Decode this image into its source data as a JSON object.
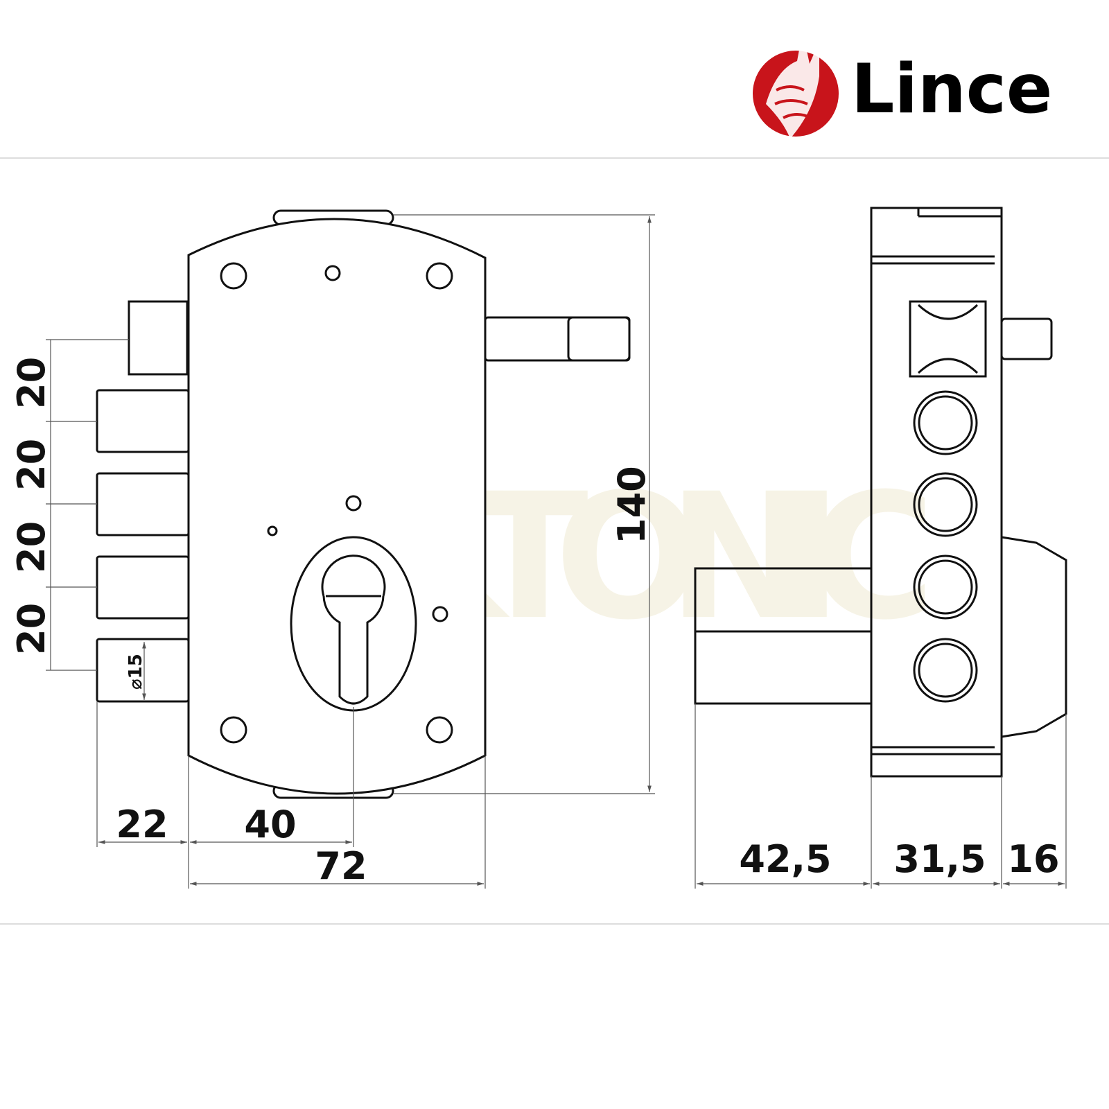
{
  "logo": {
    "brand": "Lince",
    "emblem": "lynx-head-icon",
    "color": "#c8141b"
  },
  "watermark": "LOKTONIC",
  "front_view": {
    "bolt_spacing_labels": [
      "20",
      "20",
      "20",
      "20"
    ],
    "bolt_diameter_label": "⌀15",
    "height_label": "140",
    "bottom_labels": {
      "bolt_projection": "22",
      "backset": "40",
      "width": "72"
    }
  },
  "side_view": {
    "bottom_labels": {
      "cylinder": "42,5",
      "body": "31,5",
      "bolts": "16"
    }
  }
}
